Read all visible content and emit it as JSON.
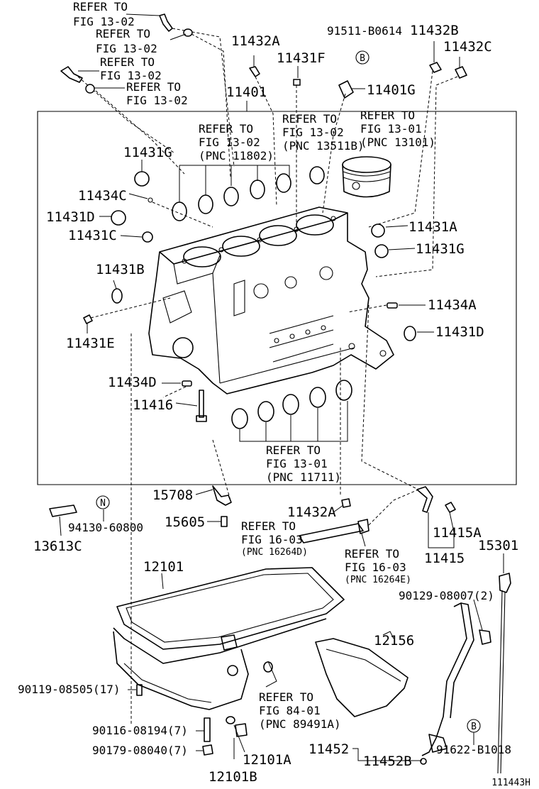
{
  "diagram": {
    "catalog_id": "111443H",
    "refs": {
      "r1": [
        "REFER TO",
        "FIG 13-02"
      ],
      "r2": [
        "REFER TO",
        "FIG 13-02"
      ],
      "r3": [
        "REFER TO",
        "FIG 13-02"
      ],
      "r4": [
        "REFER TO",
        "FIG 13-02"
      ],
      "r5": [
        "REFER TO",
        "FIG 13-02",
        "(PNC 11802)"
      ],
      "r6": [
        "REFER TO",
        "FIG 13-02",
        "(PNC 13511B)"
      ],
      "r7": [
        "REFER TO",
        "FIG 13-01",
        "(PNC 13101)"
      ],
      "r8": [
        "REFER TO",
        "FIG 13-01",
        "(PNC 11711)"
      ],
      "r9": [
        "REFER TO",
        "FIG 16-03",
        "(PNC 16264D)"
      ],
      "r10": [
        "REFER TO",
        "FIG 16-03",
        "(PNC 16264E)"
      ],
      "r11": [
        "REFER TO",
        "FIG 84-01",
        "(PNC 89491A)"
      ]
    },
    "parts": {
      "p11432A_top": "11432A",
      "p91511": "91511-B0614",
      "p11432B": "11432B",
      "p11432C": "11432C",
      "p11431F": "11431F",
      "p11401": "11401",
      "p11401G": "11401G",
      "p11431G_l": "11431G",
      "p11434C": "11434C",
      "p11431D_l": "11431D",
      "p11431C": "11431C",
      "p11431B": "11431B",
      "p11431E": "11431E",
      "p11431A": "11431A",
      "p11431G_r": "11431G",
      "p11434A": "11434A",
      "p11431D_r": "11431D",
      "p11434D": "11434D",
      "p11416": "11416",
      "p15708": "15708",
      "p15605": "15605",
      "p11432A_bot": "11432A",
      "p94130": "94130-60800",
      "p13613C": "13613C",
      "p11415A": "11415A",
      "p11415": "11415",
      "p15301": "15301",
      "p12101": "12101",
      "p90129": "90129-08007(2)",
      "p12156": "12156",
      "p90119": "90119-08505(17)",
      "p90116": "90116-08194(7)",
      "p90179": "90179-08040(7)",
      "p12101A": "12101A",
      "p12101B": "12101B",
      "p11452": "11452",
      "p11452B": "11452B",
      "p91622": "91622-B1018"
    },
    "markers": {
      "b_top": "B",
      "b_bottom": "B",
      "n": "N"
    }
  }
}
